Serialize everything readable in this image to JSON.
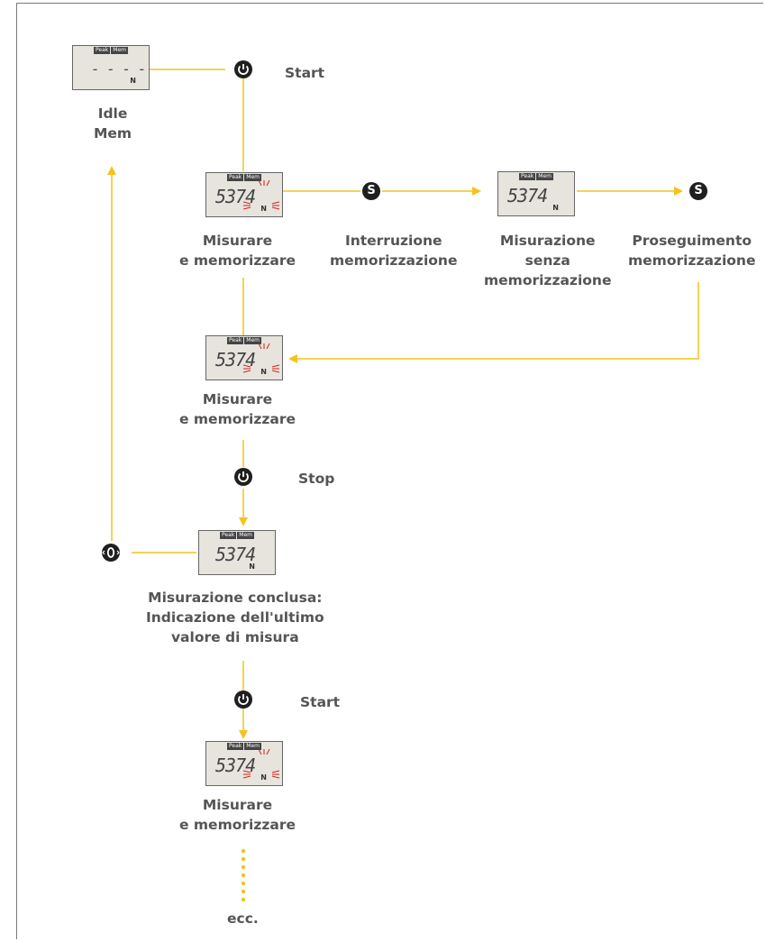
{
  "colors": {
    "arrow": "#f6c21c",
    "blink": "#d42020",
    "button": "#1f1f1f",
    "text": "#555555"
  },
  "displays": {
    "idle": {
      "tags": [
        "Peak",
        "Mem"
      ],
      "digits": "- - - -",
      "unit": "N"
    },
    "measure": {
      "tags": [
        "Peak",
        "Mem"
      ],
      "digits": "5374",
      "unit": "N"
    }
  },
  "labels": {
    "idle": [
      "Idle",
      "Mem"
    ],
    "start1": "Start",
    "measure1": [
      "Misurare",
      "e memorizzare"
    ],
    "interruption": [
      "Interruzione",
      "memorizzazione"
    ],
    "no_storage": [
      "Misurazione",
      "senza",
      "memorizzazione"
    ],
    "resume": [
      "Proseguimento",
      "memorizzazione"
    ],
    "measure2": [
      "Misurare",
      "e memorizzare"
    ],
    "stop": "Stop",
    "concluded": [
      "Misurazione conclusa:",
      "Indicazione dell'ultimo",
      "valore di misura"
    ],
    "start2": "Start",
    "measure3": [
      "Misurare",
      "e memorizzare"
    ],
    "etc": "ecc."
  },
  "icons": {
    "power": "power-icon",
    "s_button": "S",
    "zero_button": "zero-reset-icon"
  }
}
